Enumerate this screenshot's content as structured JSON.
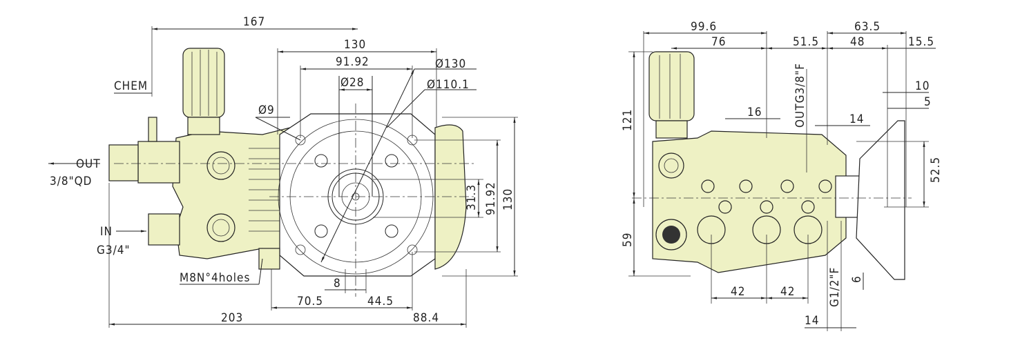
{
  "title": "Pump dimension drawing",
  "colors": {
    "body_fill": "#eef1c4",
    "line": "#222222"
  },
  "front_view": {
    "dim_167": "167",
    "dim_130_top": "130",
    "dim_91_92_top": "91.92",
    "dia_130": "Ø130",
    "dia_110_1": "Ø110.1",
    "dia_28": "Ø28",
    "dia_9": "Ø9",
    "chem": "CHEM",
    "out": "OUT",
    "out_size": "3/8\"QD",
    "in": "IN",
    "in_size": "G3/4\"",
    "holes": "M8N°4holes",
    "dim_8": "8",
    "dim_70_5": "70.5",
    "dim_44_5": "44.5",
    "dim_203": "203",
    "dim_88_4": "88.4",
    "dim_31_3": "31.3",
    "dim_91_92_side": "91.92",
    "dim_130_side": "130"
  },
  "side_view": {
    "dim_99_6": "99.6",
    "dim_76": "76",
    "dim_51_5": "51.5",
    "dim_63_5": "63.5",
    "dim_48": "48",
    "dim_15_5": "15.5",
    "dim_10": "10",
    "dim_5": "5",
    "out_port": "OUTG3/8\"F",
    "dim_16": "16",
    "dim_14_top": "14",
    "dim_121": "121",
    "dim_59": "59",
    "dim_52_5": "52.5",
    "dim_42_left": "42",
    "dim_42_right": "42",
    "in_port": "G1/2\"F",
    "dim_6": "6",
    "dim_14_bottom": "14"
  }
}
